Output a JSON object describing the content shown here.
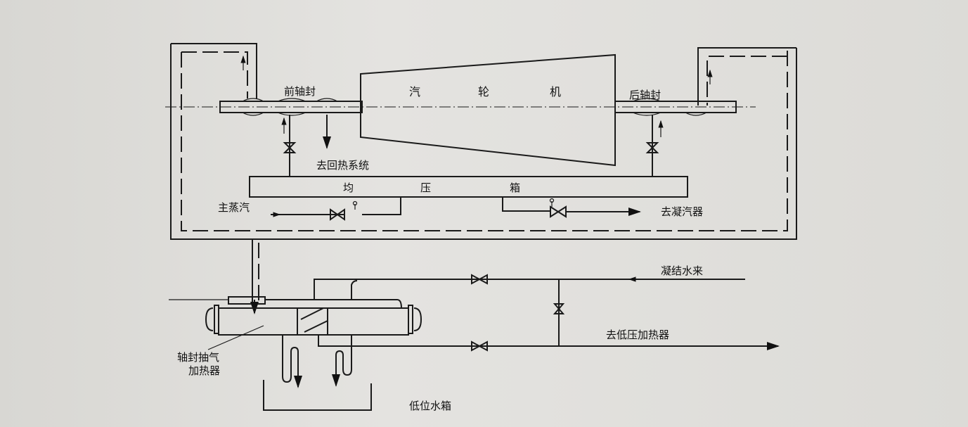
{
  "labels": {
    "front_seal": "前轴封",
    "turbine": [
      "汽",
      "轮",
      "机"
    ],
    "rear_seal": "后轴封",
    "to_regenerative": "去回热系统",
    "equalizer_box": [
      "均",
      "压",
      "箱"
    ],
    "main_steam": "主蒸汽",
    "to_condenser": "去凝汽器",
    "condensate_in": "凝结水来",
    "to_lp_heater": "去低压加热器",
    "seal_heater": [
      "轴封抽气",
      "加热器"
    ],
    "low_tank": "低位水箱"
  }
}
